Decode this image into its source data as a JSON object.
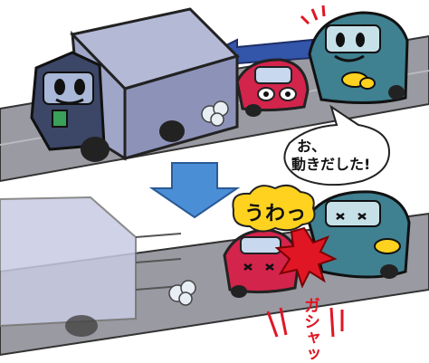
{
  "panel_top": {
    "speech_bubble": {
      "line1": "お、",
      "line2": "動きだした!"
    }
  },
  "panel_bottom": {
    "exclamation": "うわっ",
    "crash_sfx": "ガシャッ"
  },
  "colors": {
    "road": "#9a9aa2",
    "truck_body": "#8d93b8",
    "truck_cab": "#3c4667",
    "red_car": "#d3244c",
    "teal_van": "#3f8091",
    "arrow_blue": "#4a8fd6",
    "shout_yellow": "#ffd21f",
    "impact_red": "#e01624"
  }
}
